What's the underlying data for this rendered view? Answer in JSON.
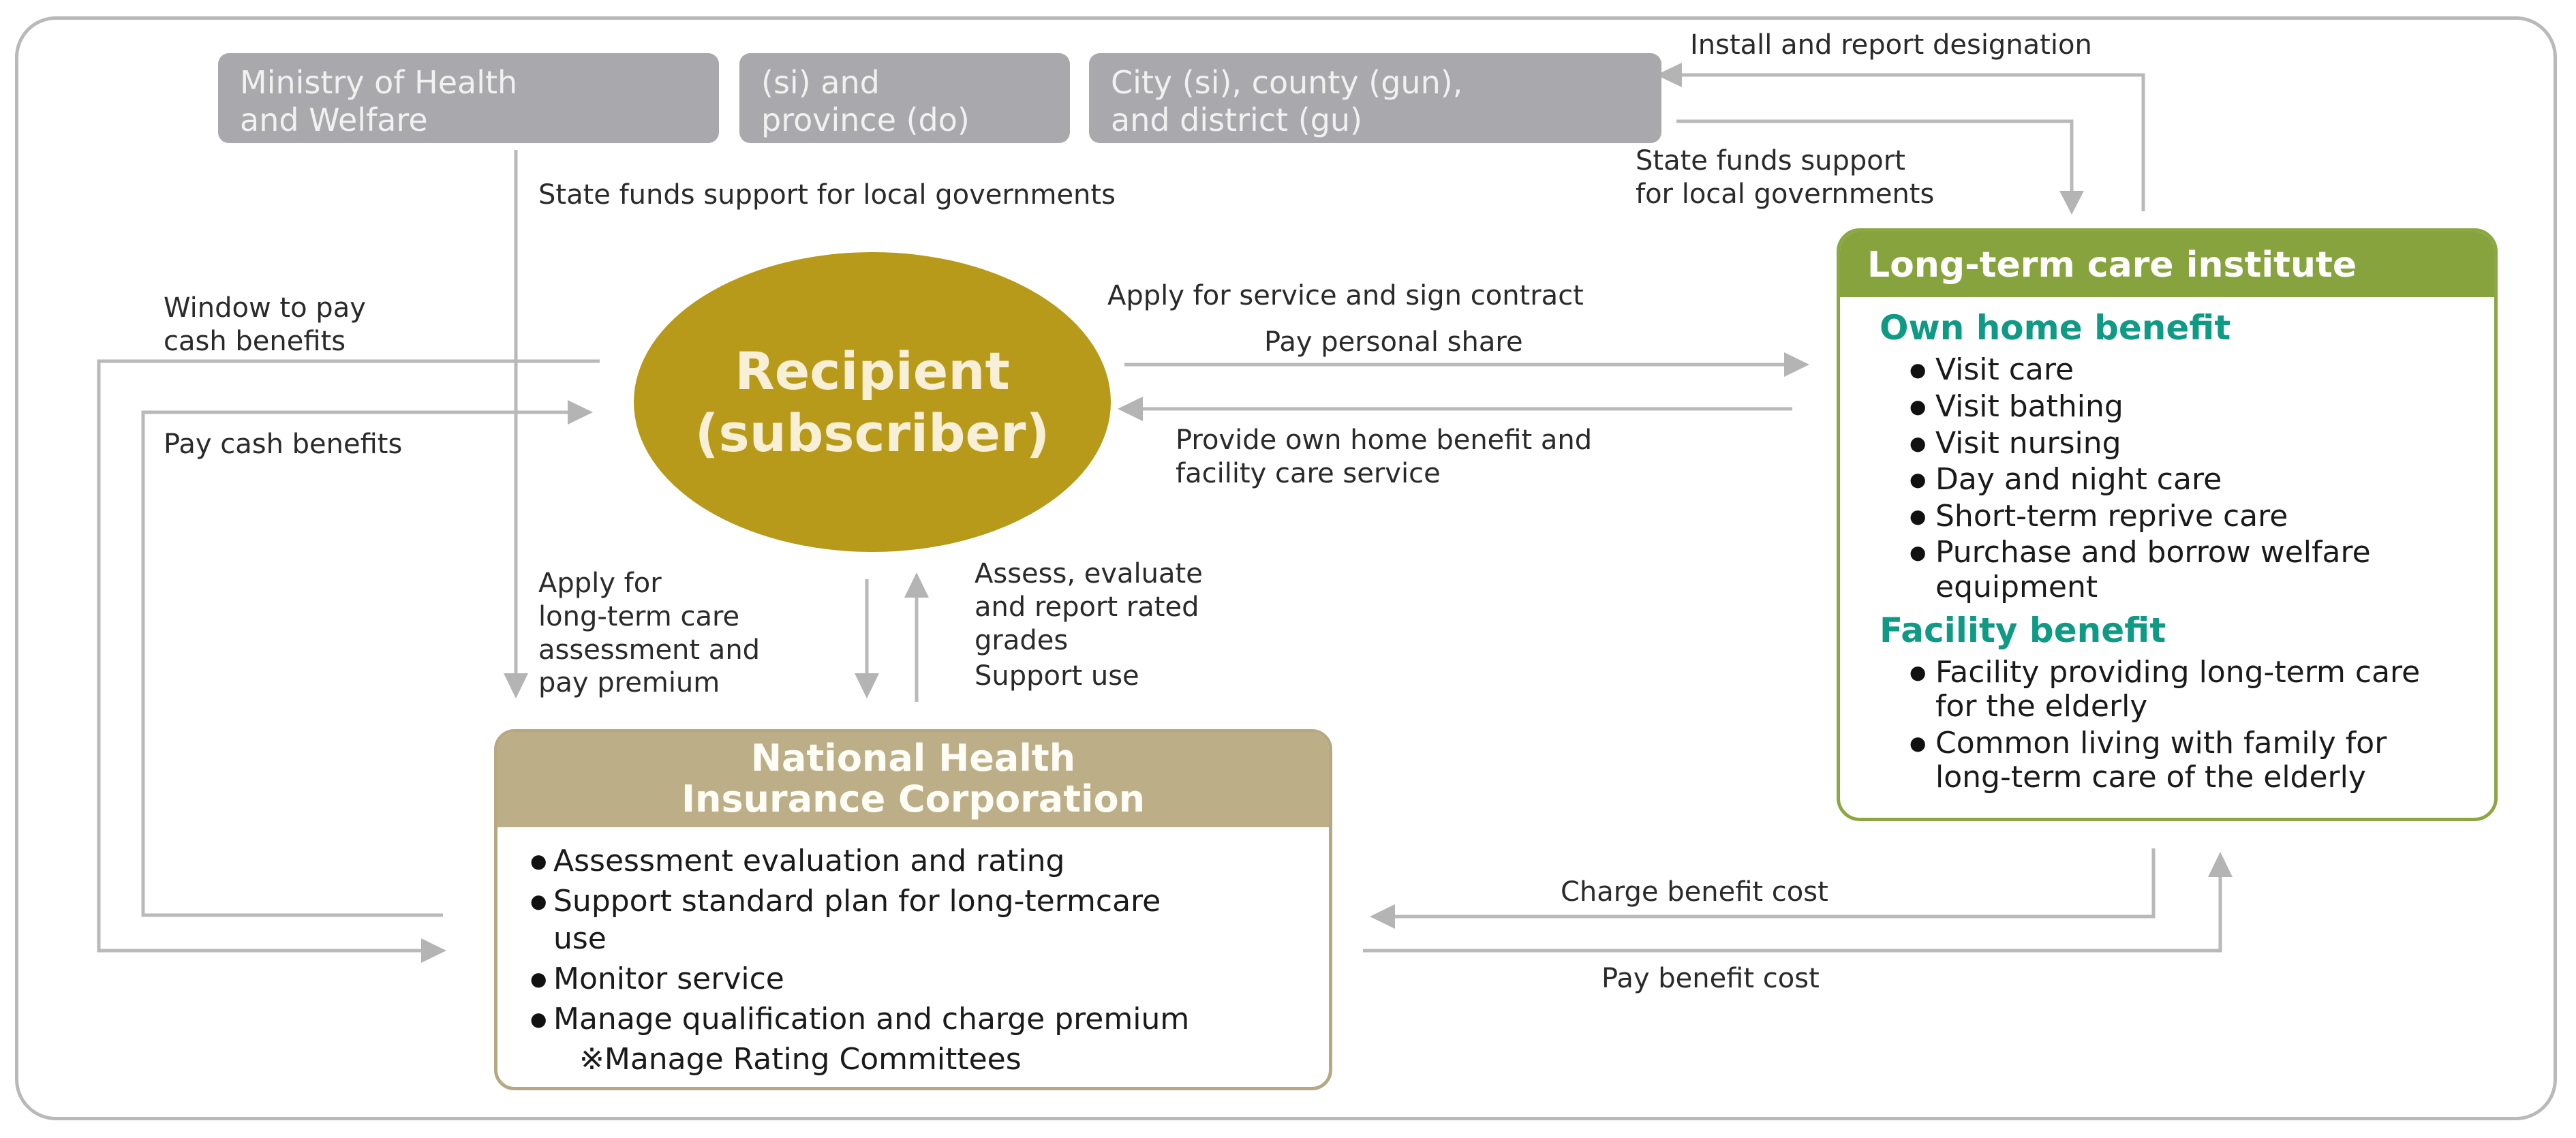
{
  "government": {
    "ministry": [
      "Ministry of Health",
      "and Welfare"
    ],
    "province": [
      "(si) and",
      "province (do)"
    ],
    "city": [
      "City (si), county (gun),",
      "and district (gu)"
    ]
  },
  "labels": {
    "install_report": "Install and report designation",
    "state_funds_top": [
      "State funds support",
      "for local governments"
    ],
    "state_funds_left": "State funds support for local governments",
    "window_cash": [
      "Window to pay",
      "cash benefits"
    ],
    "pay_cash": "Pay cash benefits",
    "apply_service": "Apply for service and sign contract",
    "pay_personal": "Pay personal share",
    "provide_benefit": [
      "Provide own home benefit and",
      "facility care service"
    ],
    "apply_assessment": [
      "Apply for",
      "long-term care",
      "assessment and",
      "pay premium"
    ],
    "assess_evaluate": [
      "Assess, evaluate",
      "and report rated",
      "grades"
    ],
    "support_use": "Support use",
    "charge_cost": "Charge benefit cost",
    "pay_cost": "Pay benefit cost"
  },
  "recipient": [
    "Recipient",
    "(subscriber)"
  ],
  "nhic": {
    "title": [
      "National Health",
      "Insurance Corporation"
    ],
    "items": [
      "Assessment evaluation and rating",
      "Support standard plan for long-termcare use",
      "Monitor service",
      "Manage qualification and charge premium"
    ],
    "note": "※Manage Rating Committees"
  },
  "ltc": {
    "title": "Long-term care institute",
    "own_home_title": "Own home benefit",
    "own_home_items": [
      "Visit care",
      "Visit bathing",
      "Visit nursing",
      "Day and night care",
      "Short-term reprive care",
      "Purchase and borrow welfare equipment"
    ],
    "facility_title": "Facility benefit",
    "facility_items": [
      "Facility providing long-term care for the elderly",
      "Common living with family for long-term care of the elderly"
    ]
  }
}
